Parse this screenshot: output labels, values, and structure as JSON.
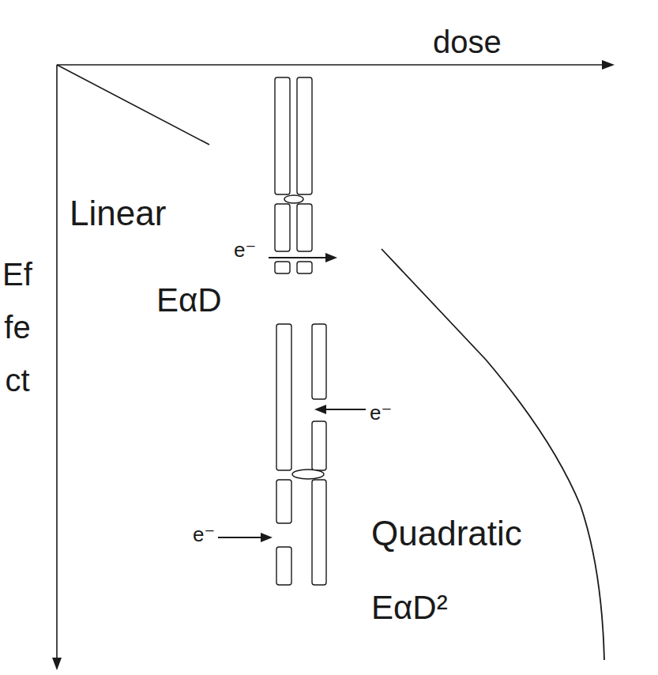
{
  "diagram": {
    "labels": [
      "dose",
      "Linear",
      "e⁻",
      "EαD",
      "Effect",
      "e⁻",
      "Quadratic",
      "e⁻",
      "EαD²"
    ]
  }
}
